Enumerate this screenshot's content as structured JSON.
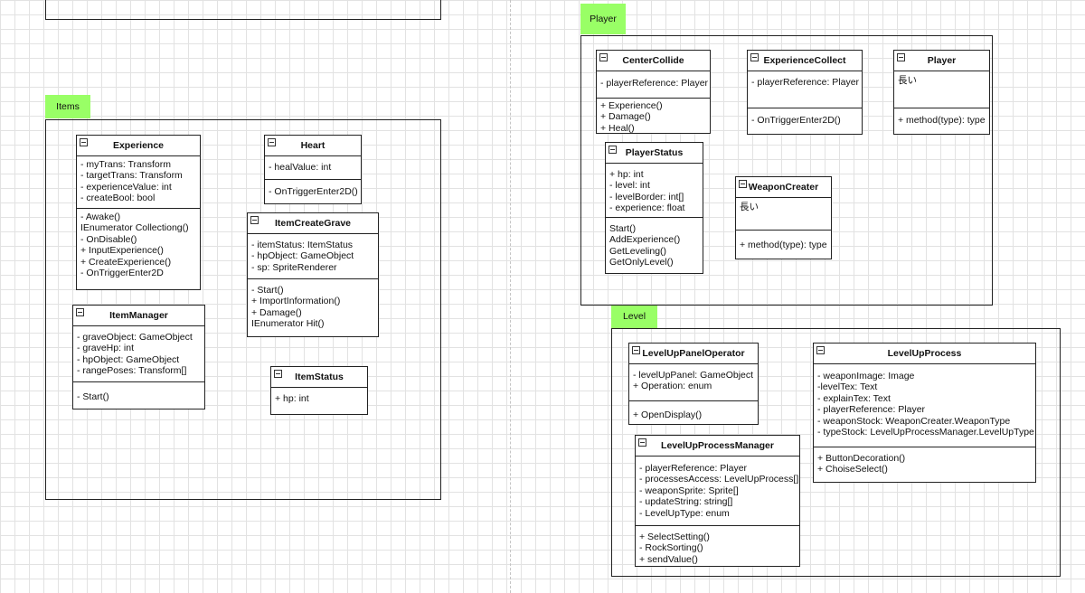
{
  "groups": {
    "items": "Items",
    "player": "Player",
    "level": "Level"
  },
  "classes": {
    "experience": {
      "name": "Experience",
      "attributes": [
        "- myTrans: Transform",
        "- targetTrans: Transform",
        "- experienceValue: int",
        "- createBool: bool"
      ],
      "methods": [
        "- Awake()",
        "IEnumerator Collectiong()",
        "- OnDisable()",
        "+ InputExperience()",
        "+ CreateExperience()",
        "- OnTriggerEnter2D"
      ]
    },
    "heart": {
      "name": "Heart",
      "attributes": [
        "- healValue: int"
      ],
      "methods": [
        "- OnTriggerEnter2D()"
      ]
    },
    "itemCreateGrave": {
      "name": "ItemCreateGrave",
      "attributes": [
        "- itemStatus: ItemStatus",
        "- hpObject: GameObject",
        "- sp: SpriteRenderer"
      ],
      "methods": [
        "- Start()",
        "+ ImportInformation()",
        "+ Damage()",
        "IEnumerator Hit()"
      ]
    },
    "itemManager": {
      "name": "ItemManager",
      "attributes": [
        "- graveObject: GameObject",
        "- graveHp: int",
        "- hpObject: GameObject",
        "- rangePoses: Transform[]"
      ],
      "methods": [
        "- Start()"
      ]
    },
    "itemStatus": {
      "name": "ItemStatus",
      "attributes": [
        "+ hp: int"
      ]
    },
    "centerCollide": {
      "name": "CenterCollide",
      "attributes": [
        "- playerReference: Player"
      ],
      "methods": [
        "+ Experience()",
        "+ Damage()",
        "+ Heal()"
      ]
    },
    "experienceCollect": {
      "name": "ExperienceCollect",
      "attributes": [
        "- playerReference: Player"
      ],
      "methods": [
        "- OnTriggerEnter2D()"
      ]
    },
    "player": {
      "name": "Player",
      "attributes": [
        "長い"
      ],
      "methods": [
        "+ method(type): type"
      ]
    },
    "playerStatus": {
      "name": "PlayerStatus",
      "attributes": [
        "+ hp: int",
        "- level: int",
        "- levelBorder: int[]",
        "- experience: float"
      ],
      "methods": [
        "Start()",
        "AddExperience()",
        "GetLeveling()",
        "GetOnlyLevel()"
      ]
    },
    "weaponCreater": {
      "name": "WeaponCreater",
      "attributes": [
        "長い"
      ],
      "methods": [
        "+ method(type): type"
      ]
    },
    "levelUpPanelOperator": {
      "name": "LevelUpPanelOperator",
      "attributes": [
        "- levelUpPanel: GameObject",
        "+ Operation: enum"
      ],
      "methods": [
        "+ OpenDisplay()"
      ]
    },
    "levelUpProcess": {
      "name": "LevelUpProcess",
      "attributes": [
        "- weaponImage: Image",
        "-levelTex: Text",
        "- explainTex: Text",
        "- playerReference: Player",
        "- weaponStock: WeaponCreater.WeaponType",
        "- typeStock: LevelUpProcessManager.LevelUpType"
      ],
      "methods": [
        "+ ButtonDecoration()",
        "+ ChoiseSelect()"
      ]
    },
    "levelUpProcessManager": {
      "name": "LevelUpProcessManager",
      "attributes": [
        "- playerReference: Player",
        "- processesAccess: LevelUpProcess[]",
        "- weaponSprite: Sprite[]",
        "- updateString: string[]",
        "- LevelUpType: enum"
      ],
      "methods": [
        "+ SelectSetting()",
        "- RockSorting()",
        "+ sendValue()"
      ]
    }
  }
}
